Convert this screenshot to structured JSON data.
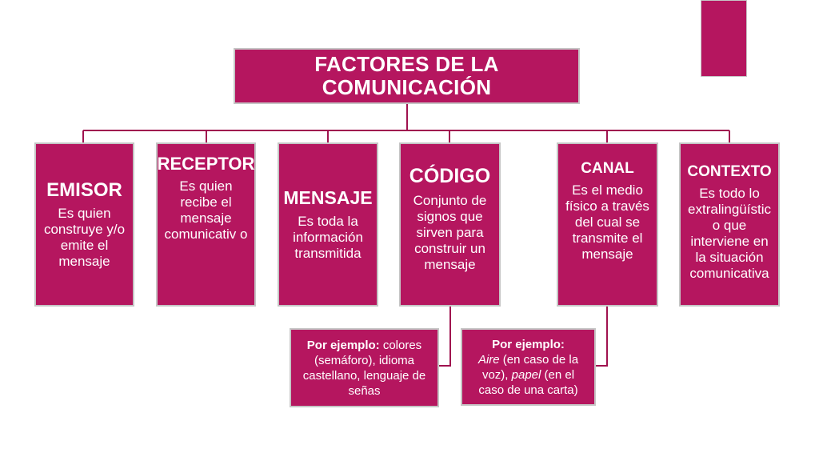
{
  "title": "FACTORES DE LA COMUNICACIÓN",
  "colors": {
    "box_fill": "#b5165f",
    "box_border": "#c5c5c5",
    "connector": "#a0124f",
    "text": "#ffffff"
  },
  "factors": [
    {
      "name": "EMISOR",
      "description": "Es quien construye y/o emite el mensaje"
    },
    {
      "name": "RECEPTOR",
      "description": "Es quien recibe el mensaje comunicativ o"
    },
    {
      "name": "MENSAJE",
      "description": "Es toda la información transmitida"
    },
    {
      "name": "CÓDIGO",
      "description": "Conjunto de signos que sirven para construir un mensaje"
    },
    {
      "name": "CANAL",
      "description": "Es el medio físico a través del cual se transmite el mensaje"
    },
    {
      "name": "CONTEXTO",
      "description": "Es todo lo extralingüístic o que interviene en la situación comunicativa"
    }
  ],
  "examples": {
    "codigo": {
      "label": "Por ejemplo:",
      "text": " colores (semáforo), idioma castellano, lenguaje de señas"
    },
    "canal": {
      "label": "Por ejemplo:",
      "aire": "Aire",
      "text1": " (en caso de la voz), ",
      "papel": "papel",
      "text2": " (en el caso de una carta)"
    }
  }
}
